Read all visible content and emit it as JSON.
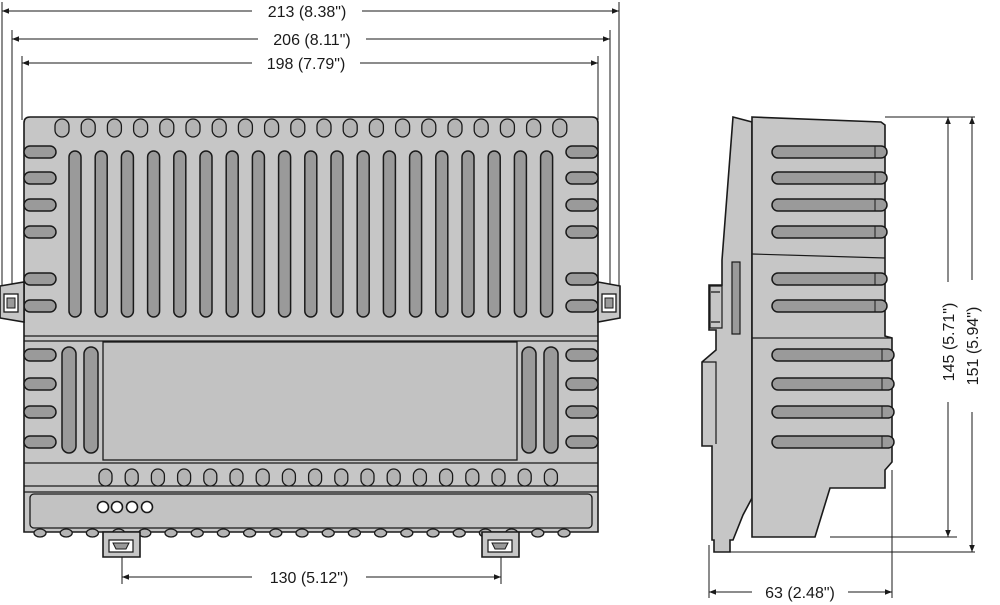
{
  "dimensions": {
    "width_overall": "213 (8.38\")",
    "width_mounting": "206 (8.11\")",
    "width_body": "198 (7.79\")",
    "clip_spacing": "130 (5.12\")",
    "depth": "63 (2.48\")",
    "height_body": "145 (5.71\")",
    "height_overall": "151 (5.94\")"
  },
  "colors": {
    "housing": "#c6c6c6",
    "vent_slot": "#9a9a9a",
    "outline": "#1a1a1a"
  }
}
